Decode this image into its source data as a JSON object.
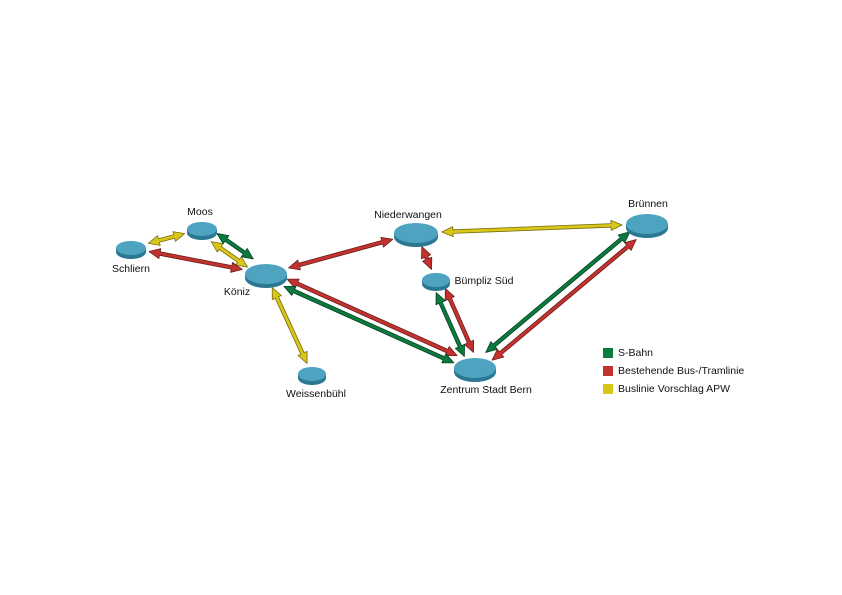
{
  "colors": {
    "s_bahn": "#0b7a3e",
    "bus_tram": "#c2332f",
    "bus_proposal": "#d9c61a",
    "node_top": "#4ea3c0",
    "node_side": "#2b7893"
  },
  "nodes": [
    {
      "id": "moos",
      "label": "Moos"
    },
    {
      "id": "schliern",
      "label": "Schliern"
    },
    {
      "id": "koeniz",
      "label": "Köniz"
    },
    {
      "id": "niederwangen",
      "label": "Niederwangen"
    },
    {
      "id": "buempliz",
      "label": "Bümpliz Süd"
    },
    {
      "id": "bruennen",
      "label": "Brünnen"
    },
    {
      "id": "weissenbuehl",
      "label": "Weissenbühl"
    },
    {
      "id": "zentrum",
      "label": "Zentrum Stadt Bern"
    }
  ],
  "connections": [
    {
      "from": "schliern",
      "to": "moos",
      "type": "bus_proposal"
    },
    {
      "from": "moos",
      "to": "koeniz",
      "type": "bus_proposal"
    },
    {
      "from": "moos",
      "to": "koeniz",
      "type": "s_bahn"
    },
    {
      "from": "schliern",
      "to": "koeniz",
      "type": "bus_tram"
    },
    {
      "from": "koeniz",
      "to": "niederwangen",
      "type": "bus_tram"
    },
    {
      "from": "koeniz",
      "to": "weissenbuehl",
      "type": "bus_proposal"
    },
    {
      "from": "koeniz",
      "to": "zentrum",
      "type": "bus_tram"
    },
    {
      "from": "koeniz",
      "to": "zentrum",
      "type": "s_bahn"
    },
    {
      "from": "niederwangen",
      "to": "bruennen",
      "type": "bus_proposal"
    },
    {
      "from": "niederwangen",
      "to": "buempliz",
      "type": "bus_tram"
    },
    {
      "from": "buempliz",
      "to": "zentrum",
      "type": "bus_tram"
    },
    {
      "from": "buempliz",
      "to": "zentrum",
      "type": "s_bahn"
    },
    {
      "from": "zentrum",
      "to": "bruennen",
      "type": "s_bahn"
    },
    {
      "from": "zentrum",
      "to": "bruennen",
      "type": "bus_tram"
    }
  ],
  "legend": [
    {
      "type": "s_bahn",
      "label": "S-Bahn"
    },
    {
      "type": "bus_tram",
      "label": "Bestehende Bus-/Tramlinie"
    },
    {
      "type": "bus_proposal",
      "label": "Buslinie Vorschlag APW"
    }
  ]
}
